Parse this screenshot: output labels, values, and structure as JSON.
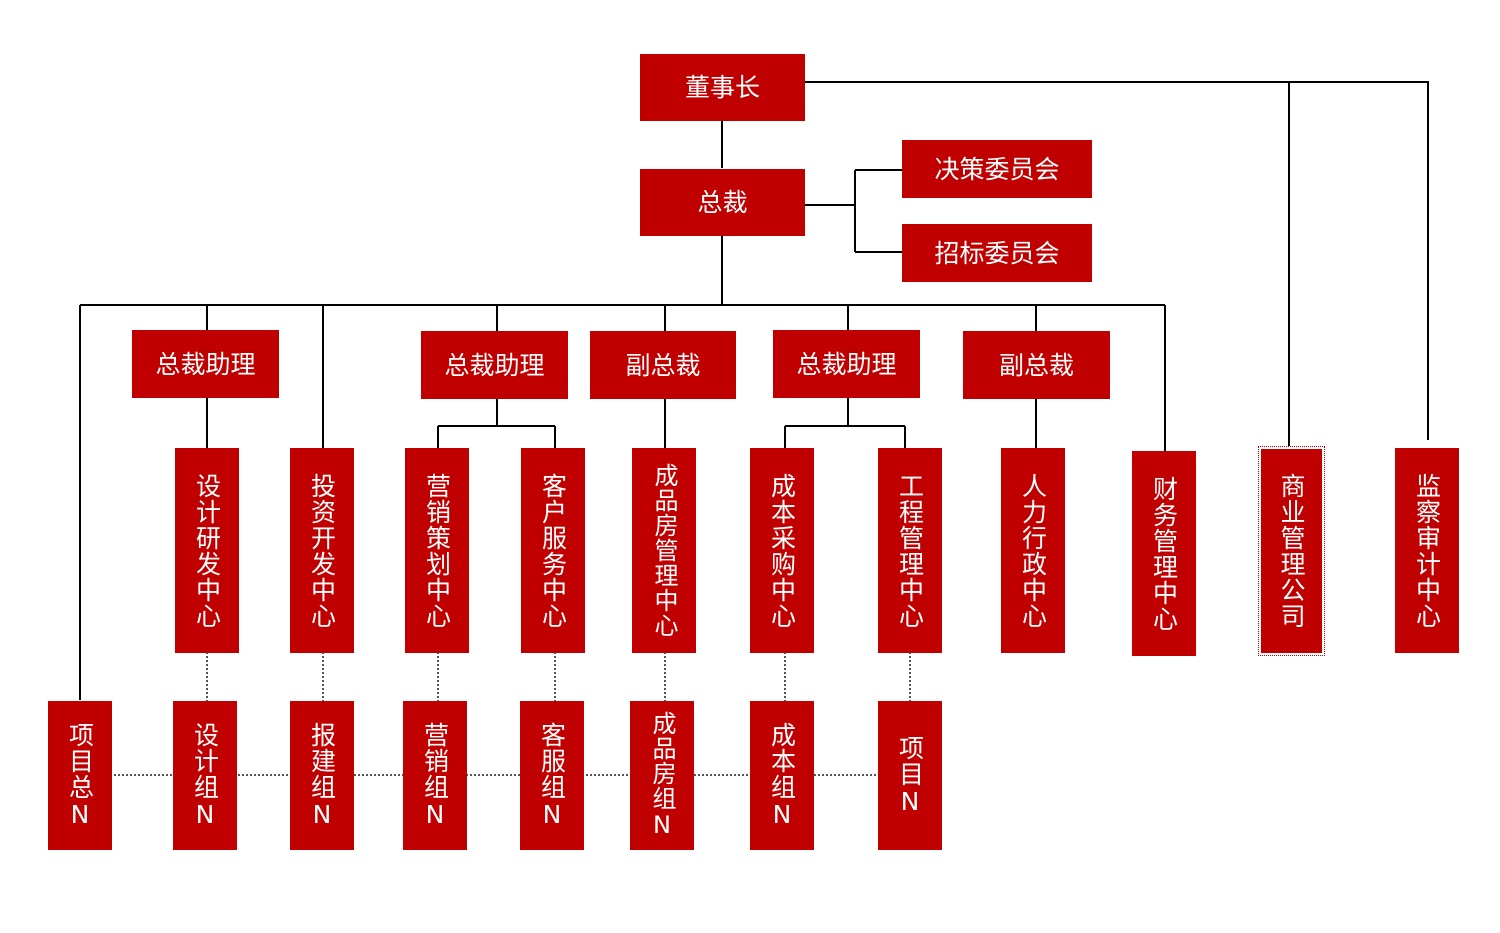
{
  "colors": {
    "box": "#c00000",
    "text": "#ffffff",
    "line": "#000000"
  },
  "top": {
    "chairman": "董事长",
    "president": "总裁",
    "decision_committee": "决策委员会",
    "bidding_committee": "招标委员会"
  },
  "level2": [
    "总裁助理",
    "总裁助理",
    "副总裁",
    "总裁助理",
    "副总裁"
  ],
  "centers": [
    "设计研发中心",
    "投资开发中心",
    "营销策划中心",
    "客户服务中心",
    "成品房管理中心",
    "成本采购中心",
    "工程管理中心",
    "人力行政中心",
    "财务管理中心",
    "商业管理公司",
    "监察审计中心"
  ],
  "groups": [
    "项目总N",
    "设计组N",
    "报建组N",
    "营销组N",
    "客服组N",
    "成品房组N",
    "成本组N",
    "项目N"
  ]
}
